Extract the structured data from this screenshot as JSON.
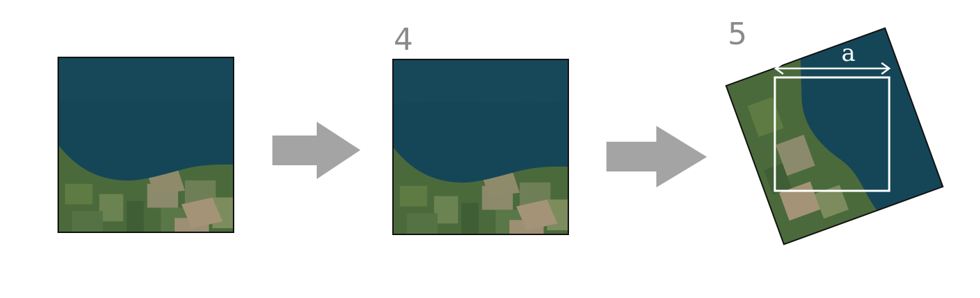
{
  "steps": [
    {
      "number": ""
    },
    {
      "number": "4"
    },
    {
      "number": "5"
    }
  ],
  "dimension_label": "a",
  "colors": {
    "water": "#154658",
    "field": "#4b6a3b",
    "arrow": "#a4a4a4",
    "frame": "#111111",
    "crop_box": "#ffffff",
    "step_number": "#8a8a8a"
  }
}
